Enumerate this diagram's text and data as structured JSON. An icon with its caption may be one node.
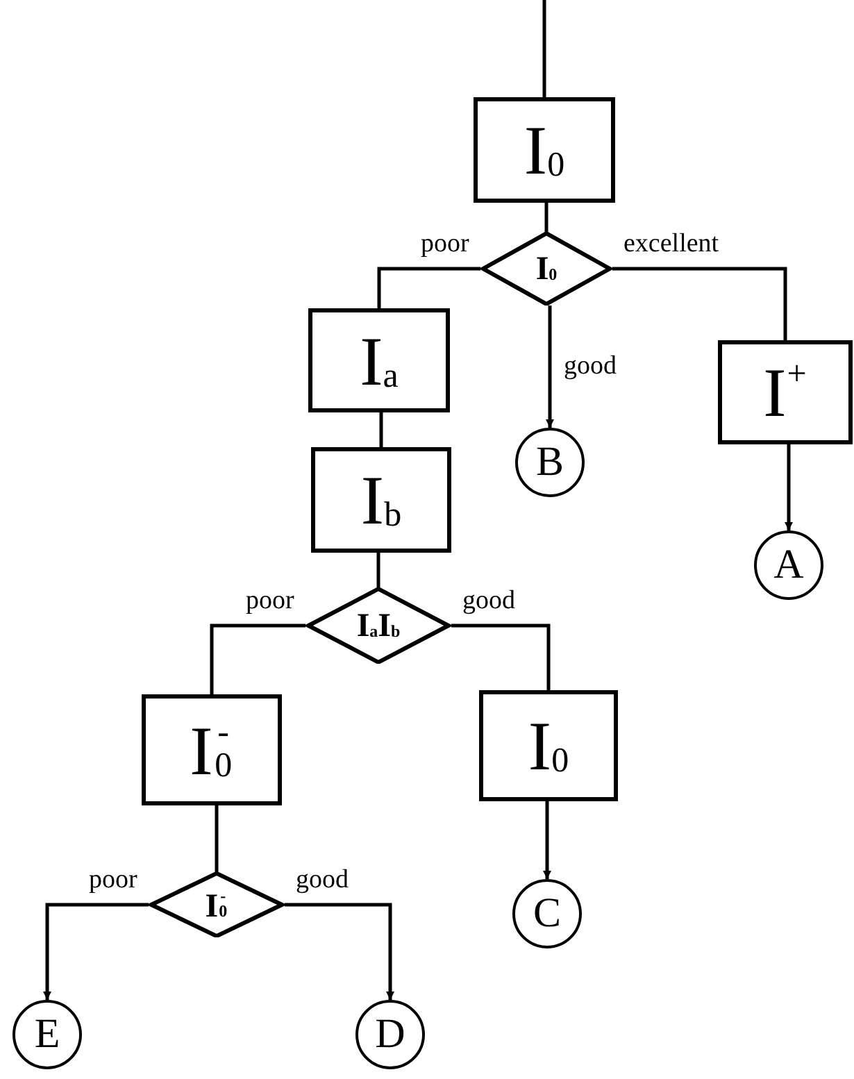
{
  "diagram": {
    "nodes": [
      {
        "text": [
          "I$_{0}$"
        ]
      },
      {
        "text": [
          "I$_{0}$"
        ]
      },
      {
        "text": [
          "I$_{a}$"
        ]
      },
      {
        "text": [
          "B"
        ]
      },
      {
        "text": [
          "I$^{+}$"
        ]
      },
      {
        "text": [
          "A"
        ]
      },
      {
        "text": [
          "I$_{b}$"
        ]
      },
      {
        "text": [
          "I$_{a}$I$_{b}$"
        ]
      },
      {
        "text": [
          "I$^{-}$$_{0}$"
        ]
      },
      {
        "text": [
          "I$_{0}$"
        ]
      },
      {
        "text": [
          "I$^{-}$$_{0}$"
        ]
      },
      {
        "text": [
          "C"
        ]
      },
      {
        "text": [
          "E"
        ]
      },
      {
        "text": [
          "D"
        ]
      }
    ],
    "edges": [
      {
        "from": null,
        "to": 0,
        "arrow": "none"
      },
      {
        "from": 0,
        "to": 1,
        "arrow": "none"
      },
      {
        "from": 1,
        "to": 2,
        "arrow": "none",
        "label": "poor"
      },
      {
        "from": 1,
        "to": 3,
        "arrow": "to",
        "label": "good"
      },
      {
        "from": 1,
        "to": 4,
        "arrow": "none",
        "label": "excellent"
      },
      {
        "from": 4,
        "to": 5,
        "arrow": "to"
      },
      {
        "from": 2,
        "to": 6,
        "arrow": "none"
      },
      {
        "from": 6,
        "to": 7,
        "arrow": "none"
      },
      {
        "from": 7,
        "to": 8,
        "arrow": "none",
        "label": "poor"
      },
      {
        "from": 7,
        "to": 9,
        "arrow": "none",
        "label": "good"
      },
      {
        "from": 9,
        "to": 11,
        "arrow": "to"
      },
      {
        "from": 8,
        "to": 10,
        "arrow": "none"
      },
      {
        "from": 10,
        "to": 12,
        "arrow": "to",
        "label": "poor"
      },
      {
        "from": 10,
        "to": 13,
        "arrow": "to",
        "label": "good"
      }
    ]
  }
}
